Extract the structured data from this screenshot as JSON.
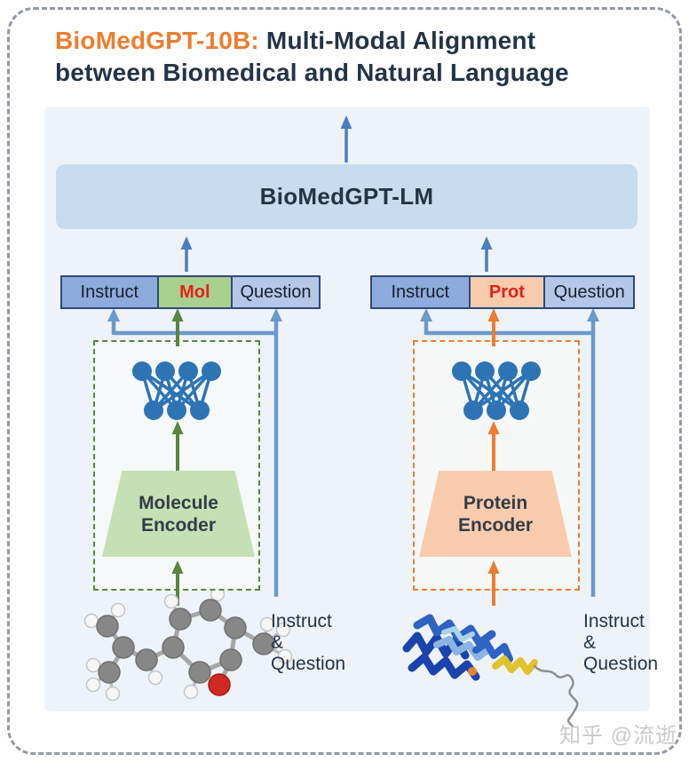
{
  "title": {
    "model": "BioMedGPT-10B:",
    "subtitle": "Multi-Modal Alignment between Biomedical and Natural Language"
  },
  "lm_box": {
    "label": "BioMedGPT-LM"
  },
  "token_rows": {
    "molecule": {
      "tokens": [
        {
          "label": "Instruct"
        },
        {
          "label": "Mol"
        },
        {
          "label": "Question"
        }
      ]
    },
    "protein": {
      "tokens": [
        {
          "label": "Instruct"
        },
        {
          "label": "Prot"
        },
        {
          "label": "Question"
        }
      ]
    }
  },
  "encoders": {
    "molecule": {
      "label": "Molecule\nEncoder"
    },
    "protein": {
      "label": "Protein\nEncoder"
    }
  },
  "inputs": {
    "molecule_text": "Instruct\n&\nQuestion",
    "protein_text": "Instruct\n&\nQuestion"
  },
  "icons": [
    "neural-network-icon",
    "molecule-ball-stick-icon",
    "protein-ribbon-icon",
    "arrow-up-icon"
  ],
  "colors": {
    "accent_orange": "#ED7D31",
    "accent_green": "#59853C",
    "arrow_blue": "#4C7DC1",
    "rail_blue": "#6B9AC9",
    "instruct_cell": "#8FAADC",
    "question_cell": "#B4C7E7",
    "mol_cell": "#A9D18E",
    "prot_cell": "#F8CBAD",
    "modal_token_text": "#E3211C",
    "lm_box_fill": "#C7DCEE",
    "panel_fill": "#EEF3F9",
    "title_dark": "#243447"
  },
  "watermark": "知乎 @流逝"
}
